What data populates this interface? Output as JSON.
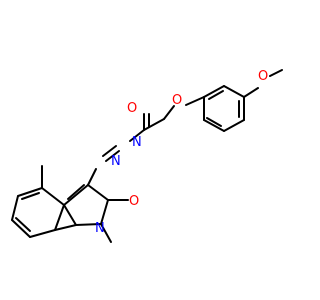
{
  "structure": {
    "atoms": {
      "o_methoxy": "O",
      "o_ether": "O",
      "o_carbonyl_amide": "O",
      "n_amide": "N",
      "n_imine": "N",
      "o_lactam": "O",
      "n_indole": "N"
    },
    "colors": {
      "bond": "#000000",
      "oxygen": "#ff0000",
      "nitrogen": "#0000ff"
    }
  }
}
